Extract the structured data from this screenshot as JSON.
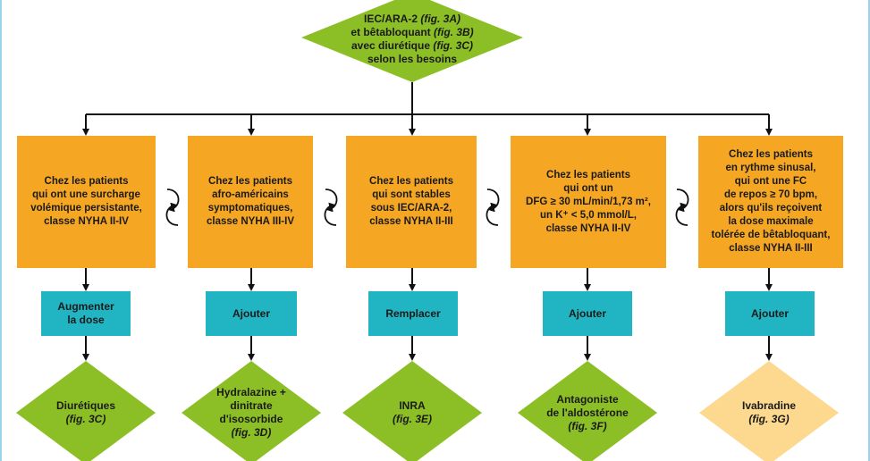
{
  "top_node": {
    "lines": [
      {
        "text": "IEC/ARA-2 ",
        "fig": "(fig. 3A)"
      },
      {
        "text": "et bêtabloquant ",
        "fig": "(fig. 3B)"
      },
      {
        "text": "avec diurétique ",
        "fig": "(fig. 3C)"
      },
      {
        "text": "selon les besoins",
        "fig": ""
      }
    ]
  },
  "columns": [
    {
      "condition": [
        "Chez les patients",
        "qui ont une surcharge",
        "volémique persistante,",
        "classe NYHA II-IV"
      ],
      "action": [
        "Augmenter",
        "la dose"
      ],
      "result": [
        {
          "text": "Diurétiques",
          "fig": ""
        },
        {
          "text": "",
          "fig": "(fig. 3C)"
        }
      ],
      "result_color": "#8cbf26"
    },
    {
      "condition": [
        "Chez les patients",
        "afro-américains",
        "symptomatiques,",
        "classe NYHA III-IV"
      ],
      "action": [
        "Ajouter"
      ],
      "result": [
        {
          "text": "Hydralazine +",
          "fig": ""
        },
        {
          "text": "dinitrate",
          "fig": ""
        },
        {
          "text": "d'isosorbide",
          "fig": ""
        },
        {
          "text": "",
          "fig": "(fig. 3D)"
        }
      ],
      "result_color": "#8cbf26"
    },
    {
      "condition": [
        "Chez les patients",
        "qui sont stables",
        "sous IEC/ARA-2,",
        "classe NYHA II-III"
      ],
      "action": [
        "Remplacer"
      ],
      "result": [
        {
          "text": "INRA",
          "fig": ""
        },
        {
          "text": "",
          "fig": "(fig. 3E)"
        }
      ],
      "result_color": "#8cbf26"
    },
    {
      "condition": [
        "Chez les patients",
        "qui ont un",
        "DFG ≥ 30 mL/min/1,73 m²,",
        "un K⁺ < 5,0 mmol/L,",
        "classe NYHA II-IV"
      ],
      "action": [
        "Ajouter"
      ],
      "result": [
        {
          "text": "Antagoniste",
          "fig": ""
        },
        {
          "text": "de l'aldostérone",
          "fig": ""
        },
        {
          "text": "",
          "fig": "(fig. 3F)"
        }
      ],
      "result_color": "#8cbf26"
    },
    {
      "condition": [
        "Chez les patients",
        "en rythme sinusal,",
        "qui ont une FC",
        "de repos ≥ 70 bpm,",
        "alors qu'ils reçoivent",
        "la dose maximale",
        "tolérée de bêtabloquant,",
        "classe NYHA II-III"
      ],
      "action": [
        "Ajouter"
      ],
      "result": [
        {
          "text": "Ivabradine",
          "fig": ""
        },
        {
          "text": "",
          "fig": "(fig. 3G)"
        }
      ],
      "result_color": "#fcd98f"
    }
  ],
  "colors": {
    "top_diamond": "#8cbf26",
    "condition_box": "#f5a623",
    "action_box": "#21b5c4",
    "connector": "#111111",
    "frame": "#9dd3ea"
  },
  "icons": {
    "arrow": "arrow-down-icon",
    "exchange": "swap-curve-arrows-icon"
  }
}
